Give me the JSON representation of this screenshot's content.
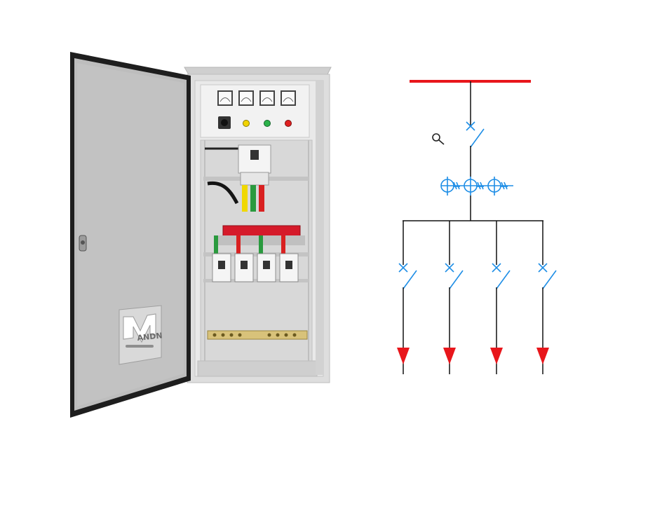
{
  "product": {
    "logo_text": "ANDN"
  },
  "colors": {
    "busbar": "#e8161b",
    "switch_symbol": "#1e8ee6",
    "wire": "#111111",
    "arrow": "#e8161b",
    "cabinet_body": "#dcdcdc",
    "cabinet_door": "#b9b9b9",
    "door_frame": "#1c1c1c"
  },
  "cabinet": {
    "meter_count": 4,
    "indicator_lights": [
      "yellow",
      "green",
      "red"
    ],
    "main_breakers": 1,
    "branch_breakers": 4
  },
  "diagram": {
    "outgoing_feeders": 4,
    "current_transformers": 3,
    "icons": [
      "magnifier-icon"
    ]
  }
}
